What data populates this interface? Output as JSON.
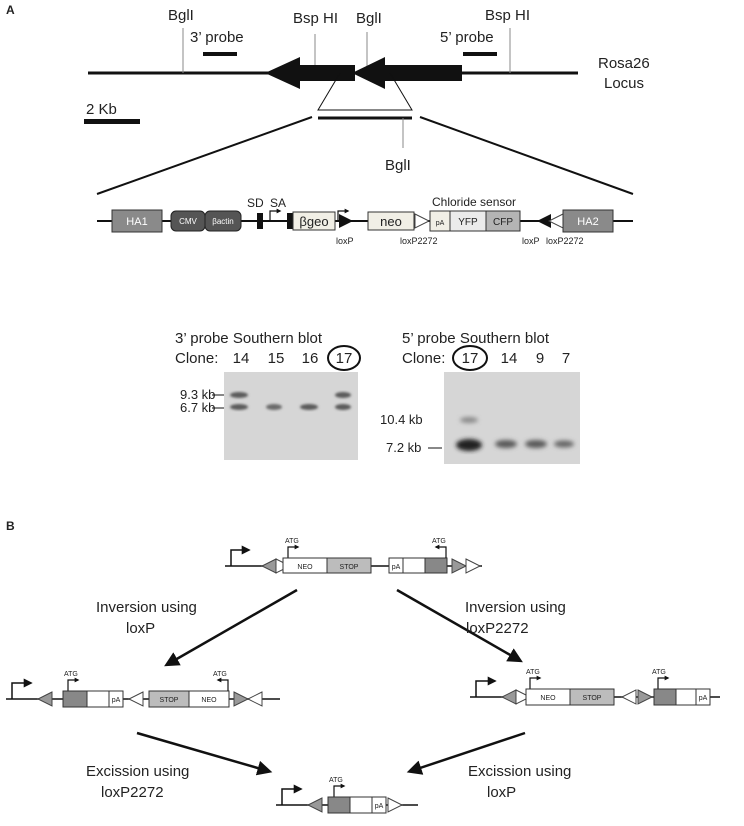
{
  "panel_a": {
    "label": "A",
    "locus": {
      "name_line1": "Rosa26",
      "name_line2": "Locus",
      "bgl1": "BglI",
      "bsp1": "Bsp HI",
      "bgl2": "BglI",
      "bsp2": "Bsp HI",
      "probe3": "3’ probe",
      "probe5": "5’ probe",
      "scale": "2 Kb",
      "insert_site": "BglI"
    },
    "construct": {
      "ha1": "HA1",
      "cmv": "CMV",
      "bactin": "βactin",
      "sd": "SD",
      "sa": "SA",
      "bgeo": "βgeo",
      "loxp_a": "loxP",
      "neo": "neo",
      "loxp2272_a": "loxP2272",
      "sensor": "Chloride sensor",
      "pa": "pA",
      "yfp": "YFP",
      "cfp": "CFP",
      "loxp_b": "loxP",
      "loxp2272_b": "loxP2272",
      "ha2": "HA2"
    },
    "blot3": {
      "title": "3’ probe Southern blot",
      "clone_label": "Clone:",
      "clones": [
        "14",
        "15",
        "16",
        "17"
      ],
      "bands": [
        "9.3 kb",
        "6.7 kb"
      ]
    },
    "blot5": {
      "title": "5’ probe Southern blot",
      "clone_label": "Clone:",
      "clones": [
        "17",
        "14",
        "9",
        "7"
      ],
      "bands": [
        "10.4 kb",
        "7.2 kb"
      ]
    }
  },
  "panel_b": {
    "label": "B",
    "atg": "ATG",
    "neo": "NEO",
    "stop": "STOP",
    "pa": "pA",
    "inv_loxp_l1": "Inversion using",
    "inv_loxp_l2": "loxP",
    "inv_2272_l1": "Inversion using",
    "inv_2272_l2": "loxP2272",
    "exc_2272_l1": "Excission using",
    "exc_2272_l2": "loxP2272",
    "exc_loxp_l1": "Excission using",
    "exc_loxp_l2": "loxP"
  }
}
